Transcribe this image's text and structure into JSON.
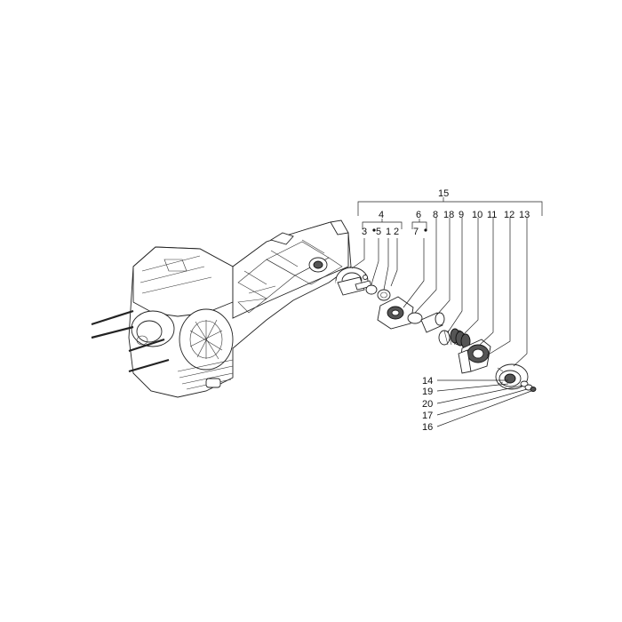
{
  "diagram": {
    "labels": {
      "l15": "15",
      "l4": "4",
      "l6": "6",
      "l8": "8",
      "l18": "18",
      "l9": "9",
      "l10": "10",
      "l11": "11",
      "l12": "12",
      "l13": "13",
      "l3": "3",
      "l5": "5",
      "l1": "1",
      "l2": "2",
      "l7": "7",
      "l14": "14",
      "l19": "19",
      "l20": "20",
      "l17": "17",
      "l16": "16"
    },
    "ink_color": "#222222"
  }
}
